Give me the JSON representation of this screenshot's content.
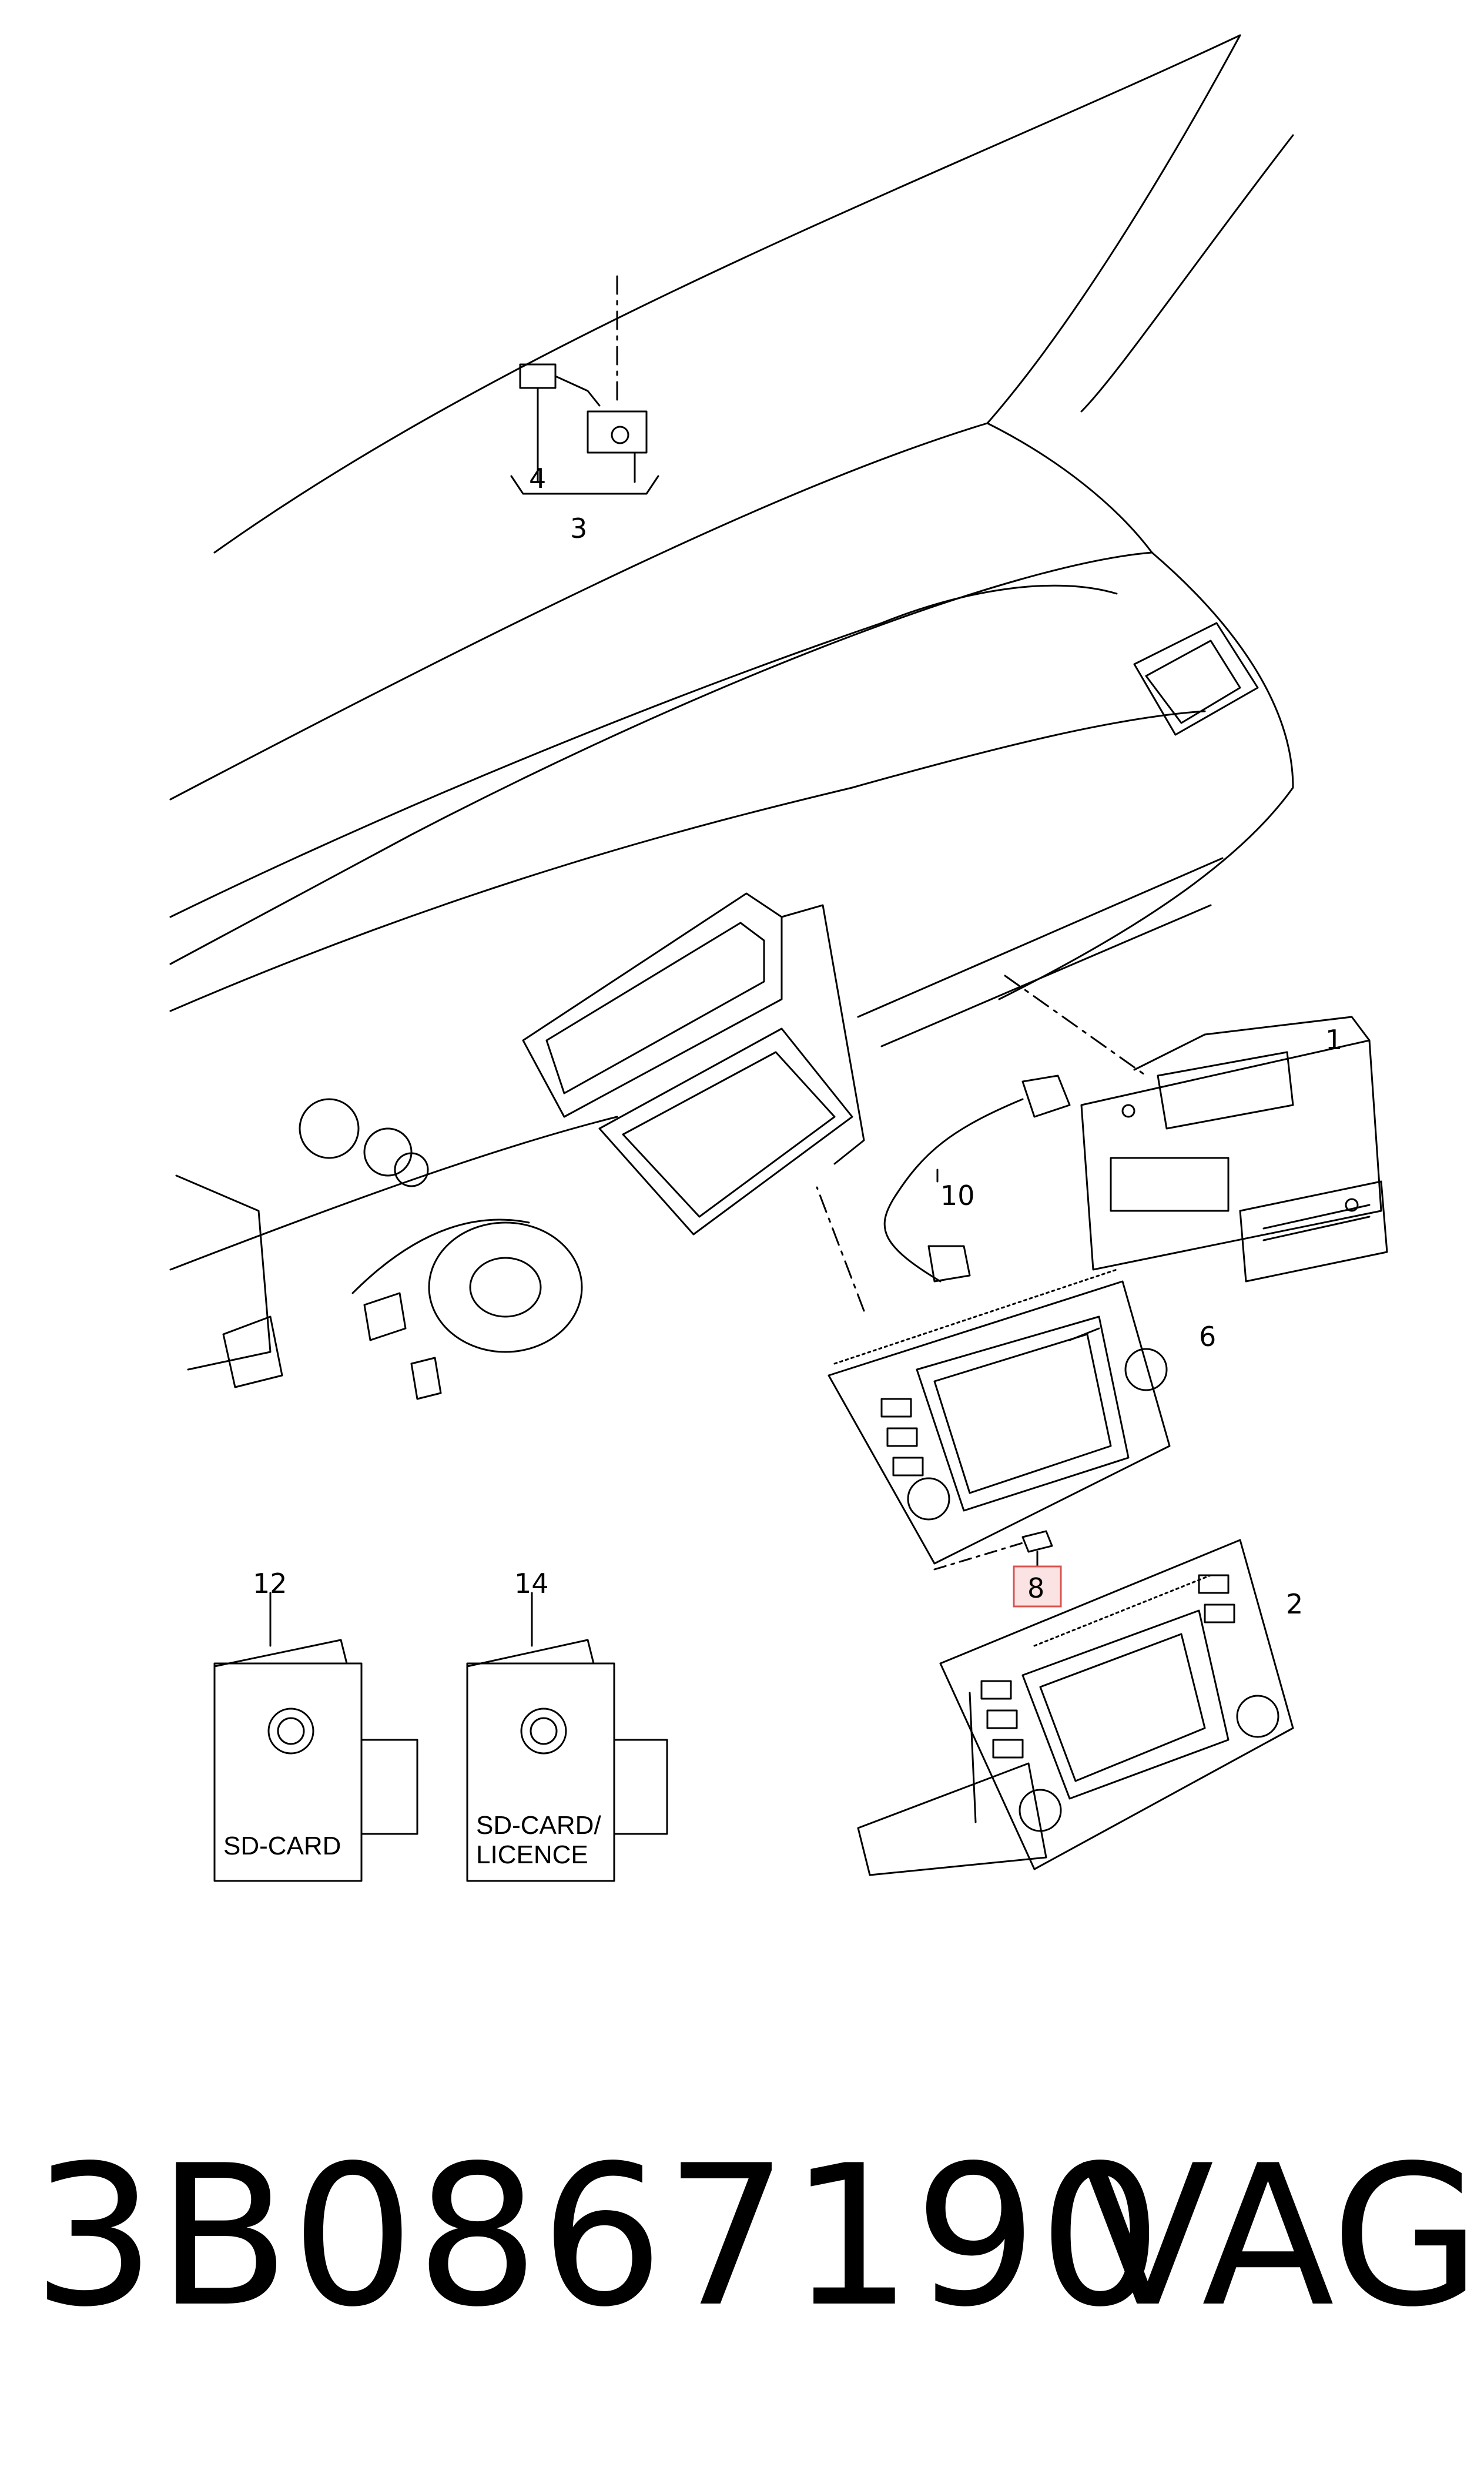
{
  "callouts": {
    "c1": "1",
    "c2": "2",
    "c3": "3",
    "c4": "4",
    "c6": "6",
    "c8": "8",
    "c10": "10",
    "c12": "12",
    "c14": "14"
  },
  "cards": {
    "sd_card": "SD-CARD",
    "sd_card_licence_line1": "SD-CARD/",
    "sd_card_licence_line2": "LICENCE"
  },
  "footer": {
    "part_number": "3B0867190",
    "brand": "VAG"
  },
  "colors": {
    "line": "#000000",
    "highlight_border": "#d9534f",
    "highlight_fill": "#fbe3e3"
  }
}
